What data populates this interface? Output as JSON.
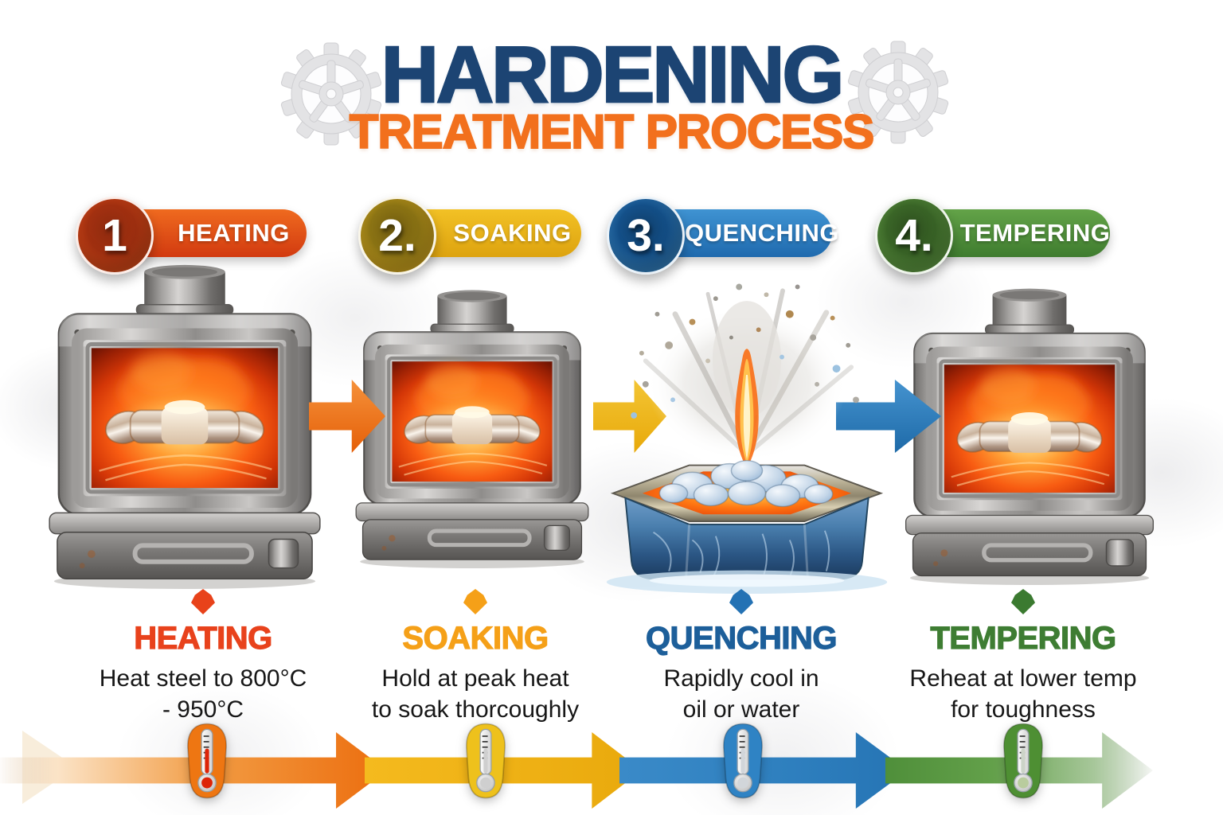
{
  "title": {
    "line1": "HARDENING",
    "line2": "TREATMENT PROCESS",
    "line1_color": "#1c4473",
    "line2_color": "#f2701d"
  },
  "steps": [
    {
      "number": "1",
      "badge_label": "HEATING",
      "heading": "HEATING",
      "description_line1": "Heat steel to 800°C",
      "description_line2": "- 950°C",
      "accent_color": "#d84315",
      "heading_color": "#e8421c",
      "illustration": "furnace-glowing"
    },
    {
      "number": "2.",
      "badge_label": "SOAKING",
      "heading": "SOAKING",
      "description_line1": "Hold at peak heat",
      "description_line2": "to soak thorcoughly",
      "accent_color": "#e9b417",
      "heading_color": "#f5a018",
      "illustration": "furnace-glowing"
    },
    {
      "number": "3.",
      "badge_label": "QUENCHING",
      "heading": "QUENCHING",
      "description_line1": "Rapidly cool in",
      "description_line2": "oil or water",
      "accent_color": "#2a7fc2",
      "heading_color": "#1d5f9a",
      "illustration": "quench-tank-splash"
    },
    {
      "number": "4.",
      "badge_label": "TEMPERING",
      "heading": "TEMPERING",
      "description_line1": "Reheat at lower temp",
      "description_line2": "for toughness",
      "accent_color": "#4e8c3a",
      "heading_color": "#3e7d33",
      "illustration": "furnace-glowing"
    }
  ],
  "flow_bar": {
    "segment_colors": [
      "#ec6d0e",
      "#eeb014",
      "#2e7fbe",
      "#4f8f3a"
    ],
    "icon": "thermometer-icon"
  },
  "icons": {
    "title_left": "gear-icon",
    "title_right": "gear-icon",
    "step_marker": "pin-marker-icon",
    "connector": "right-arrow-icon"
  }
}
